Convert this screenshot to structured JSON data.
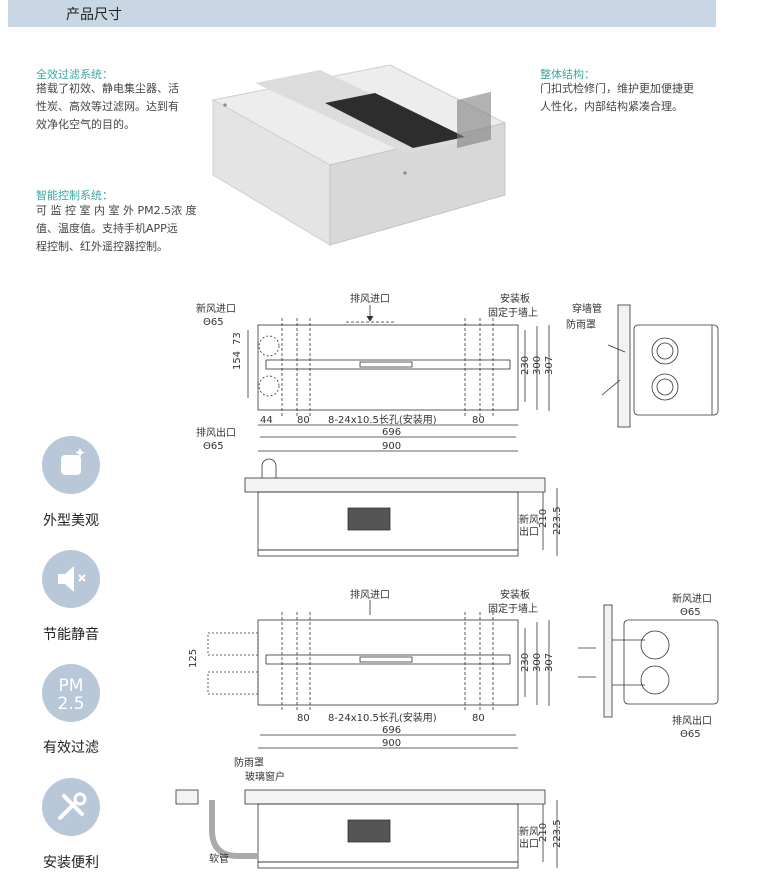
{
  "header": {
    "title": "产品尺寸"
  },
  "features": [
    {
      "title": "全效过滤系统：",
      "lines": [
        "搭载了初效、静电集尘器、活",
        "性炭、高效等过滤网。达到有",
        "效净化空气的目的。"
      ]
    },
    {
      "title": "智能控制系统：",
      "lines": [
        "可 监 控 室 内 室 外 PM2.5浓 度",
        "值、温度值。支持手机APP远",
        "程控制、红外遥控器控制。"
      ]
    },
    {
      "title": "整体结构：",
      "lines": [
        "门扣式检修门，维护更加便捷更",
        "人性化，内部结构紧凑合理。"
      ]
    }
  ],
  "side_icons": [
    {
      "name": "sparkle-icon",
      "label": "外型美观"
    },
    {
      "name": "mute-speaker-icon",
      "label": "节能静音"
    },
    {
      "name": "pm25-icon",
      "label": "有效过滤",
      "glyph_top": "PM",
      "glyph_bottom": "2.5"
    },
    {
      "name": "tools-icon",
      "label": "安装便利"
    }
  ],
  "drawing1": {
    "exhaust_in": "排风进口",
    "mount_plate": "安装板",
    "fix_wall": "固定于墙上",
    "fresh_in": "新风进口",
    "fresh_in_size": "Θ65",
    "exhaust_out": "排风出口",
    "exhaust_out_size": "Θ65",
    "dim_73": "73",
    "dim_154": "154",
    "dim_44": "44",
    "dim_80a": "80",
    "dim_80b": "80",
    "slot_note": "8-24x10.5长孔(安装用)",
    "dim_696": "696",
    "dim_900": "900",
    "dim_230": "230",
    "dim_300": "300",
    "dim_307": "307",
    "wall_pipe": "穿墙管",
    "rain_cover": "防雨罩"
  },
  "drawing2": {
    "fresh_out_top": "新风",
    "fresh_out_bottom": "出口",
    "dim_210": "210",
    "dim_223": "223.5"
  },
  "drawing3": {
    "exhaust_in": "排风进口",
    "mount_plate": "安装板",
    "fix_wall": "固定于墙上",
    "dim_125": "125",
    "dim_80a": "80",
    "dim_80b": "80",
    "slot_note": "8-24x10.5长孔(安装用)",
    "dim_696": "696",
    "dim_900": "900",
    "dim_230": "230",
    "dim_300": "300",
    "dim_307": "307",
    "fresh_in": "新风进口",
    "fresh_in_size": "Θ65",
    "exhaust_out": "排风出口",
    "exhaust_out_size": "Θ65"
  },
  "drawing4": {
    "rain_cover": "防雨罩",
    "glass_window": "玻璃窗户",
    "hose": "软管",
    "fresh_out_top": "新风",
    "fresh_out_bottom": "出口",
    "dim_210": "210",
    "dim_223": "223.5"
  }
}
